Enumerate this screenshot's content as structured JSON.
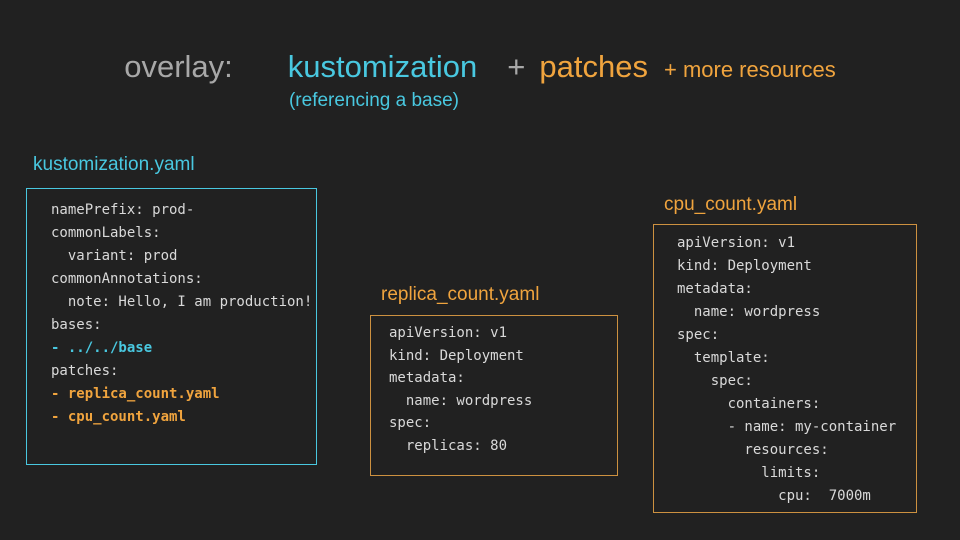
{
  "title": {
    "overlay": "overlay:",
    "kustomization": "kustomization",
    "plus": "+",
    "patches": "patches",
    "more_resources": "+ more resources",
    "subtitle": "(referencing a base)"
  },
  "colors": {
    "background": "#212121",
    "cyan": "#49c8e0",
    "orange": "#f0a43e",
    "orange_border": "#cd9140",
    "gray": "#a8a8a8",
    "code_text": "#d9d9d9"
  },
  "files": [
    {
      "name": "kustomization.yaml",
      "accent": "cyan",
      "lines": [
        {
          "text": "namePrefix: prod-",
          "style": "plain"
        },
        {
          "text": "commonLabels:",
          "style": "plain"
        },
        {
          "text": "  variant: prod",
          "style": "plain"
        },
        {
          "text": "commonAnnotations:",
          "style": "plain"
        },
        {
          "text": "  note: Hello, I am production!",
          "style": "plain"
        },
        {
          "text": "bases:",
          "style": "plain"
        },
        {
          "text": "- ../../base",
          "style": "cyan"
        },
        {
          "text": "patches:",
          "style": "plain"
        },
        {
          "text": "- replica_count.yaml",
          "style": "orange"
        },
        {
          "text": "- cpu_count.yaml",
          "style": "orange"
        }
      ]
    },
    {
      "name": "replica_count.yaml",
      "accent": "orange",
      "lines": [
        {
          "text": "apiVersion: v1",
          "style": "plain"
        },
        {
          "text": "kind: Deployment",
          "style": "plain"
        },
        {
          "text": "metadata:",
          "style": "plain"
        },
        {
          "text": "  name: wordpress",
          "style": "plain"
        },
        {
          "text": "spec:",
          "style": "plain"
        },
        {
          "text": "  replicas: 80",
          "style": "plain"
        }
      ]
    },
    {
      "name": "cpu_count.yaml",
      "accent": "orange",
      "lines": [
        {
          "text": "apiVersion: v1",
          "style": "plain"
        },
        {
          "text": "kind: Deployment",
          "style": "plain"
        },
        {
          "text": "metadata:",
          "style": "plain"
        },
        {
          "text": "  name: wordpress",
          "style": "plain"
        },
        {
          "text": "spec:",
          "style": "plain"
        },
        {
          "text": "  template:",
          "style": "plain"
        },
        {
          "text": "    spec:",
          "style": "plain"
        },
        {
          "text": "      containers:",
          "style": "plain"
        },
        {
          "text": "      - name: my-container",
          "style": "plain"
        },
        {
          "text": "        resources:",
          "style": "plain"
        },
        {
          "text": "          limits:",
          "style": "plain"
        },
        {
          "text": "            cpu:  7000m",
          "style": "plain"
        }
      ]
    }
  ]
}
